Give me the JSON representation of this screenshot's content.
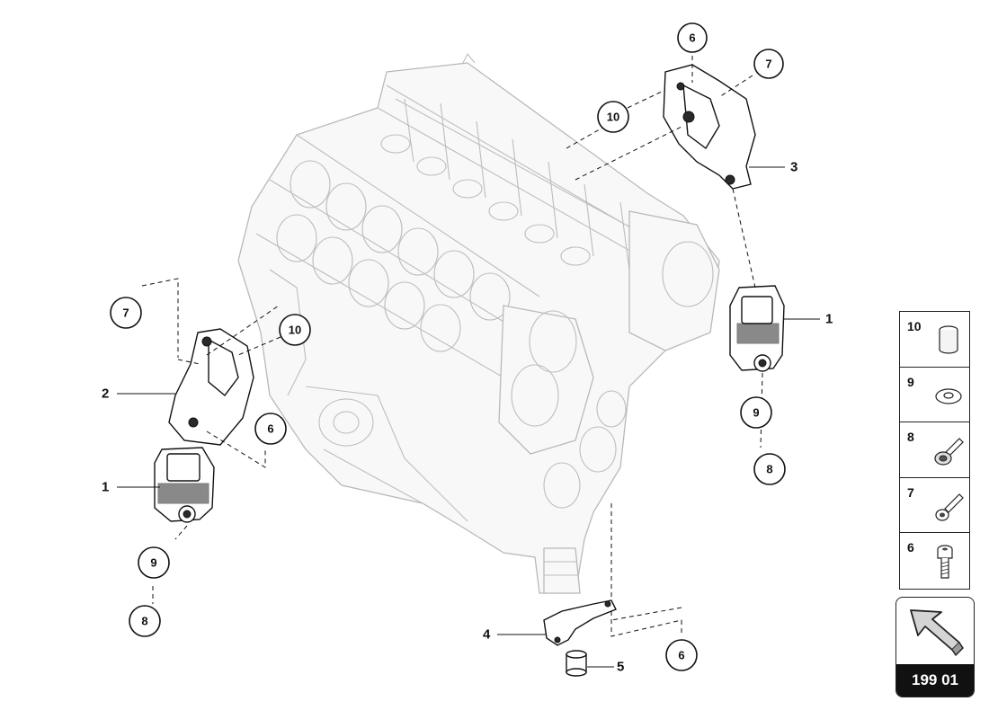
{
  "callouts": {
    "c6_top": "6",
    "c7_top": "7",
    "c10_top": "10",
    "c7_left": "7",
    "c10_left": "10",
    "c6_left": "6",
    "c9_left": "9",
    "c8_left": "8",
    "c9_right": "9",
    "c8_right": "8",
    "c6_bottom": "6"
  },
  "part_labels": {
    "l1_right": "1",
    "l3": "3",
    "l2": "2",
    "l1_left": "1",
    "l4": "4",
    "l5": "5"
  },
  "legend": {
    "items": [
      {
        "number": "10",
        "icon": "spacer-sleeve-icon"
      },
      {
        "number": "9",
        "icon": "washer-icon"
      },
      {
        "number": "8",
        "icon": "flange-bolt-icon"
      },
      {
        "number": "7",
        "icon": "cap-screw-icon"
      },
      {
        "number": "6",
        "icon": "socket-screw-icon"
      }
    ]
  },
  "navigation": {
    "icon": "arrow-back-icon",
    "page_number": "199 01"
  }
}
